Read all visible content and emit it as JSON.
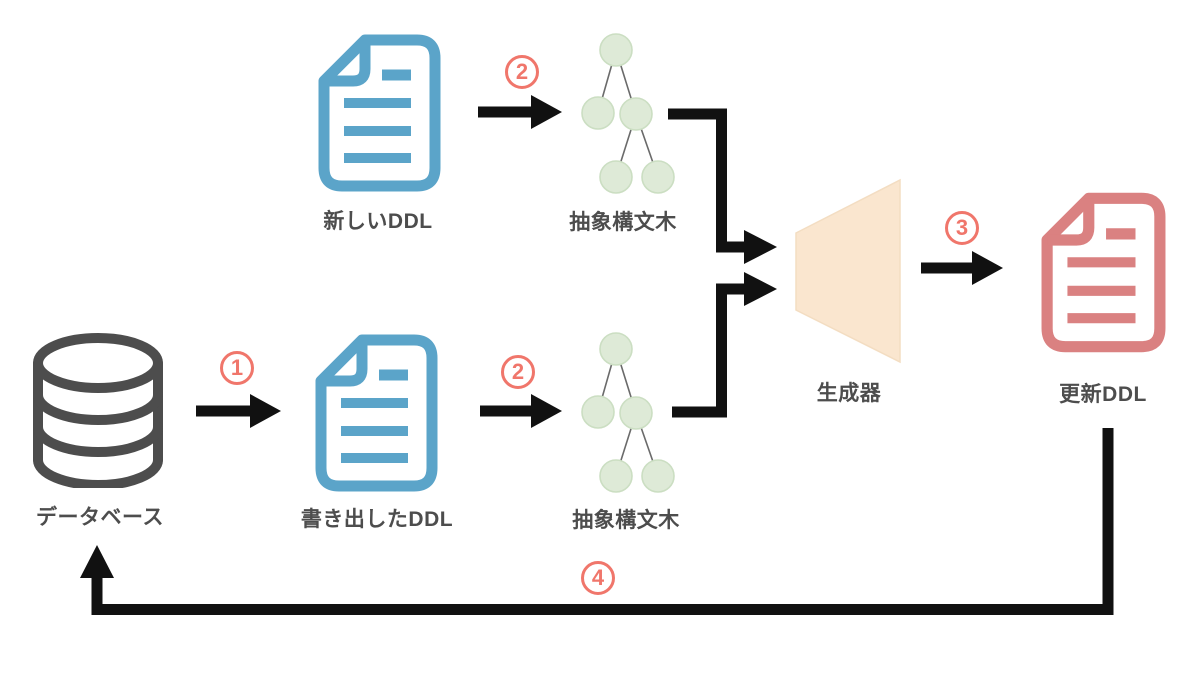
{
  "diagram": {
    "title": "DDL update flow diagram",
    "nodes": {
      "database": {
        "label": "データベース"
      },
      "exported_ddl": {
        "label": "書き出したDDL"
      },
      "new_ddl": {
        "label": "新しいDDL"
      },
      "ast_top": {
        "label": "抽象構文木"
      },
      "ast_bottom": {
        "label": "抽象構文木"
      },
      "generator": {
        "label": "生成器"
      },
      "updated_ddl": {
        "label": "更新DDL"
      }
    },
    "steps": {
      "step1": "1",
      "step2_top": "2",
      "step2_bottom": "2",
      "step3": "3",
      "step4": "4"
    },
    "colors": {
      "document_blue": "#5ba4c9",
      "document_red": "#da8181",
      "node_green_fill": "#deead7",
      "node_green_border": "#cbdec2",
      "generator_fill": "#fae6cf",
      "generator_border": "#f3ddc2",
      "step_coral": "#f0766b",
      "arrow_black": "#111111",
      "icon_gray": "#4d4d4d",
      "label_gray": "#4d4d4d"
    }
  }
}
